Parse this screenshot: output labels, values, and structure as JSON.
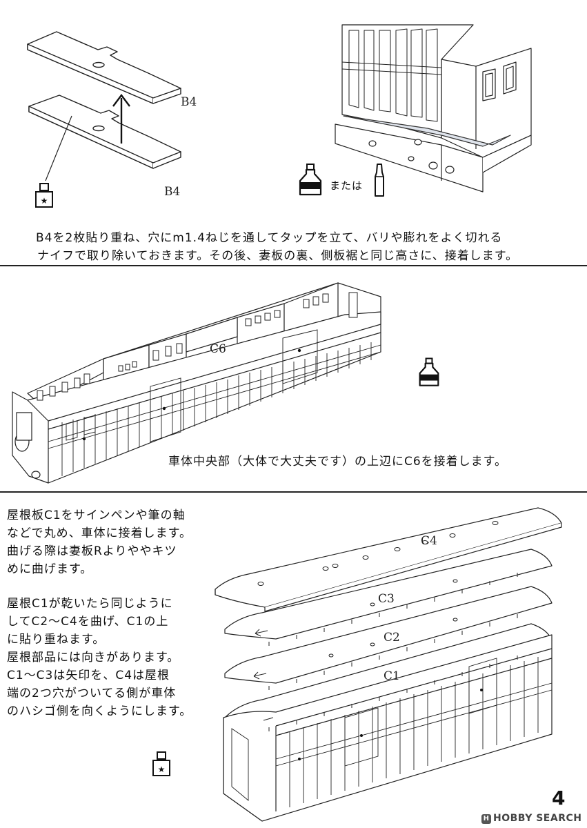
{
  "section1": {
    "label_b4_top": "B4",
    "label_b4_bottom": "B4",
    "or_text": "または",
    "instruction_line1": "B4を2枚貼り重ね、穴にm1.4ねじを通してタップを立て、バリや膨れをよく切れる",
    "instruction_line2": "ナイフで取り除いておきます。その後、妻板の裏、側板裾と同じ高さに、接着します。"
  },
  "section2": {
    "label_c6": "C6",
    "instruction": "車体中央部（大体で大丈夫です）の上辺にC6を接着します。"
  },
  "section3": {
    "para1": "屋根板C1をサインペンや筆の軸\nなどで丸め、車体に接着します。\n曲げる際は妻板Rよりややキツ\nめに曲げます。",
    "para2": "屋根C1が乾いたら同じように\nしてC2〜C4を曲げ、C1の上\nに貼り重ねます。\n屋根部品には向きがあります。\nC1〜C3は矢印を、C4は屋根\n端の2つ穴がついてる側が車体\nのハシゴ側を向くようにします。",
    "label_c4": "C4",
    "label_c3": "C3",
    "label_c2": "C2",
    "label_c1": "C1"
  },
  "footer": {
    "page_number": "4",
    "watermark_badge": "H",
    "watermark_text": "HOBBY SEARCH"
  }
}
